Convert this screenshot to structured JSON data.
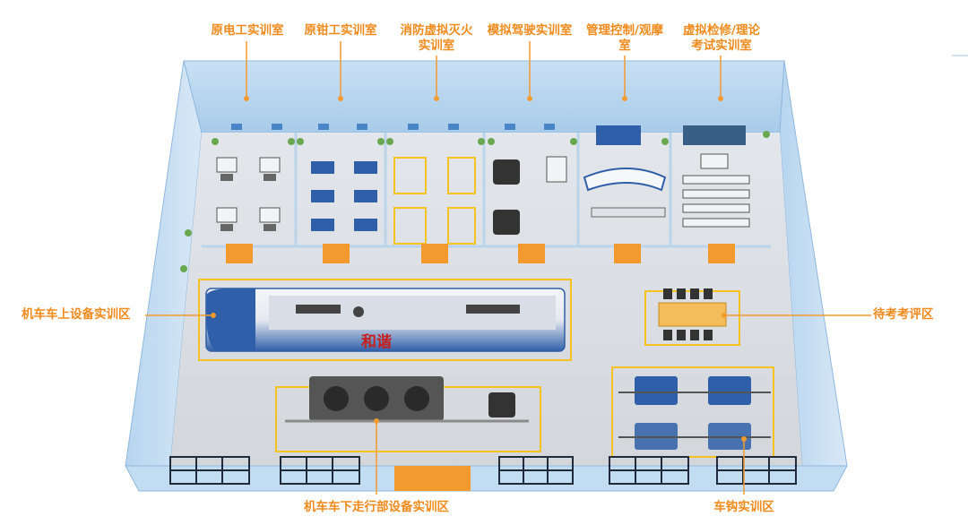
{
  "labels": {
    "electrician_room": "原电工实训室",
    "fitter_room": "原钳工实训室",
    "fire_room_line1": "消防虚拟灭火",
    "fire_room_line2": "实训室",
    "driving_room": "模拟驾驶实训室",
    "control_room_line1": "管理控制/观摩",
    "control_room_line2": "室",
    "exam_room_line1": "虚拟检修/理论",
    "exam_room_line2": "考试实训室",
    "upper_area": "机车车上设备实训区",
    "waiting_area": "待考考评区",
    "lower_area": "机车车下走行部设备实训区",
    "coupler_area": "车钩实训区"
  },
  "train_text": "和谐",
  "colors": {
    "label_orange": "#f08a1c",
    "leader_line": "#f39a2f",
    "glass_blue": "#a9cfee",
    "floor_gray": "#dcdfe3",
    "zone_yellow": "#f6c21f",
    "equipment_blue": "#2f5fa8"
  }
}
